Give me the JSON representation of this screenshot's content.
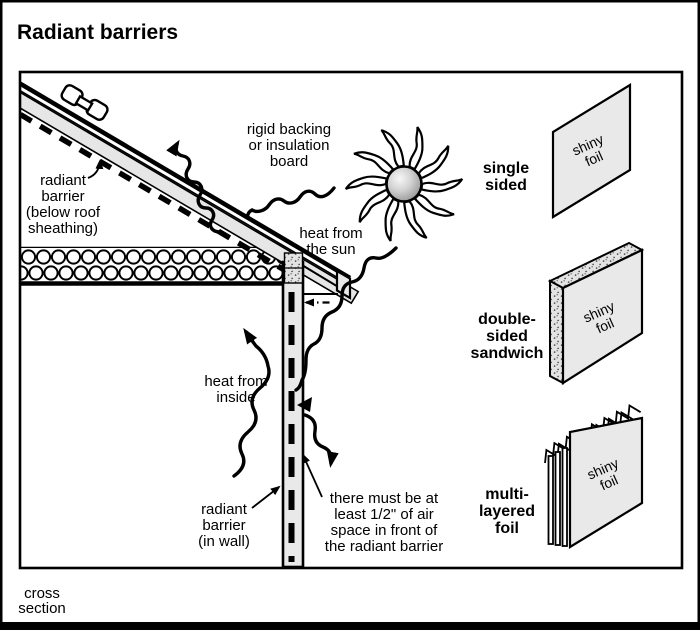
{
  "title": "Radiant barriers",
  "caption": {
    "line1": "cross",
    "line2": "section"
  },
  "diagram": {
    "labels": {
      "rigid_backing": [
        "rigid backing",
        "or insulation",
        "board"
      ],
      "heat_sun": [
        "heat from",
        "the sun"
      ],
      "heat_inside": [
        "heat from",
        "inside"
      ],
      "rb_roof": [
        "radiant",
        "barrier",
        "(below roof",
        "sheathing)"
      ],
      "rb_wall": [
        "radiant",
        "barrier",
        "(in wall)"
      ],
      "air_space": [
        "there must be at",
        "least 1/2\" of air",
        "space in front of",
        "the radiant barrier"
      ]
    },
    "products": [
      {
        "name": "single-sided",
        "label_lines": [
          "single",
          "sided"
        ],
        "face_line1": "shiny",
        "face_line2": "foil"
      },
      {
        "name": "double-sided-sandwich",
        "label_lines": [
          "double-",
          "sided",
          "sandwich"
        ],
        "face_line1": "shiny",
        "face_line2": "foil"
      },
      {
        "name": "multi-layered-foil",
        "label_lines": [
          "multi-",
          "layered",
          "foil"
        ],
        "face_line1": "shiny",
        "face_line2": "foil"
      }
    ],
    "colors": {
      "line": "#000000",
      "sheathing_gray": "#e6e6e6",
      "foil_face_gray": "#e9e9e9",
      "stipple_gray": "#e0e0e0",
      "sun_center": "#f5f5f5",
      "sun_edge": "#8d8d8d",
      "background": "#ffffff"
    }
  }
}
